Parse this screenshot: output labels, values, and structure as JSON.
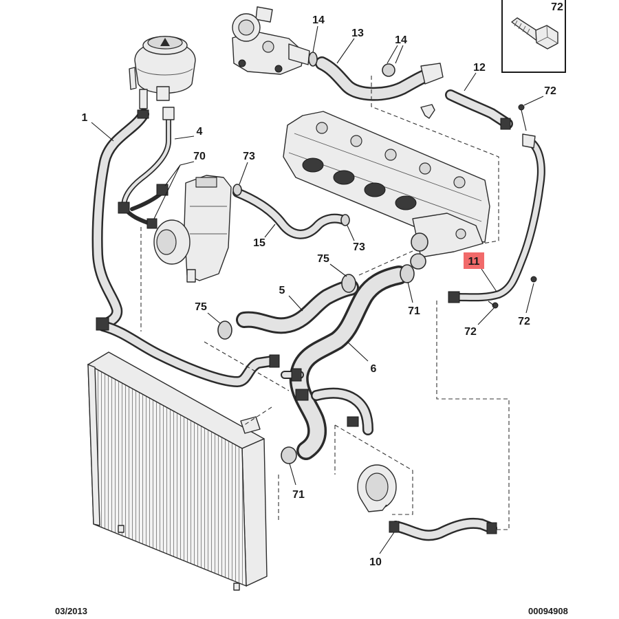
{
  "diagram": {
    "highlight_color": "#f16a6a",
    "callouts": [
      {
        "text": "72"
      },
      {
        "text": "14"
      },
      {
        "text": "13"
      },
      {
        "text": "14"
      },
      {
        "text": "12"
      },
      {
        "text": "72"
      },
      {
        "text": "1"
      },
      {
        "text": "4"
      },
      {
        "text": "70"
      },
      {
        "text": "73"
      },
      {
        "text": "15"
      },
      {
        "text": "73"
      },
      {
        "text": "75"
      },
      {
        "text": "11",
        "highlighted": true
      },
      {
        "text": "5"
      },
      {
        "text": "71"
      },
      {
        "text": "75"
      },
      {
        "text": "72"
      },
      {
        "text": "72"
      },
      {
        "text": "6"
      },
      {
        "text": "71"
      },
      {
        "text": "10"
      }
    ],
    "footer": {
      "date": "03/2013",
      "reference": "00094908"
    }
  }
}
